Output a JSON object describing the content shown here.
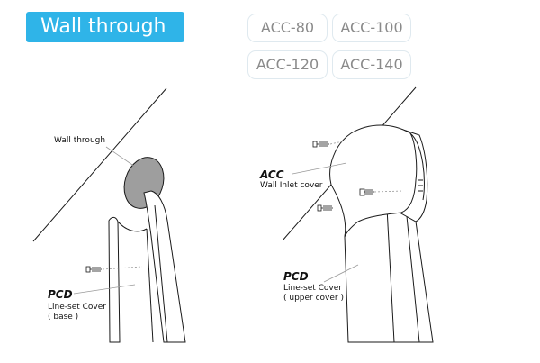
{
  "header": {
    "title": "Wall through"
  },
  "models": [
    {
      "label": "ACC-80"
    },
    {
      "label": "ACC-100"
    },
    {
      "label": "ACC-120"
    },
    {
      "label": "ACC-140"
    }
  ],
  "left_diagram": {
    "hole_label": "Wall through",
    "pcd_code": "PCD",
    "pcd_desc_line1": "Line-set Cover",
    "pcd_desc_line2": "( base )"
  },
  "right_diagram": {
    "acc_code": "ACC",
    "acc_desc": "Wall Inlet cover",
    "pcd_code": "PCD",
    "pcd_desc_line1": "Line-set Cover",
    "pcd_desc_line2": "( upper cover )"
  },
  "colors": {
    "badge_bg": "#2fb4e8",
    "chip_border": "#dfe9ef",
    "chip_text": "#8a8a8a",
    "hole_fill": "#9e9e9e",
    "line": "#1a1a1a",
    "leader": "#9a9a9a"
  }
}
